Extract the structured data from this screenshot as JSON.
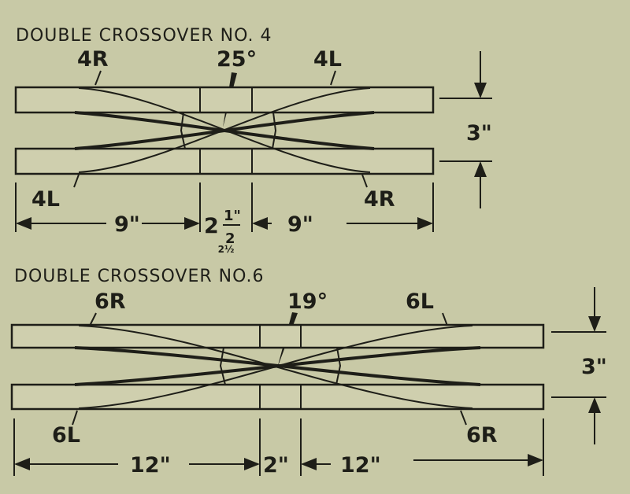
{
  "diagrams": [
    {
      "title": "DOUBLE CROSSOVER NO. 4",
      "angle": "25°",
      "top_left_label": "4R",
      "top_right_label": "4L",
      "bottom_left_label": "4L",
      "bottom_right_label": "4R",
      "dim_left": "9\"",
      "dim_center": "2½",
      "dim_center_whole": "2",
      "dim_center_num": "1\"",
      "dim_center_den": "2",
      "dim_right": "9\"",
      "spacing": "3\""
    },
    {
      "title": "DOUBLE CROSSOVER NO.6",
      "angle": "19°",
      "top_left_label": "6R",
      "top_right_label": "6L",
      "bottom_left_label": "6L",
      "bottom_right_label": "6R",
      "dim_left": "12\"",
      "dim_center": "2\"",
      "dim_right": "12\"",
      "spacing": "3\""
    }
  ],
  "colors": {
    "paper": "#c8c9a6",
    "ink": "#1e1e18"
  }
}
